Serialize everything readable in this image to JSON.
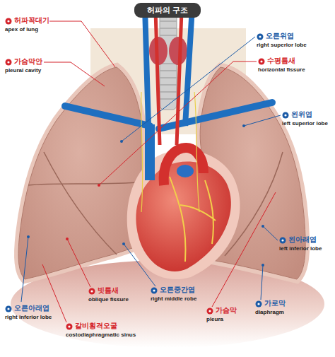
{
  "diagram": {
    "title": "허파의 구조",
    "labels": [
      "허파꼭대기",
      "apex of lung",
      "가슴막안",
      "pleural cavity",
      "오른위엽",
      "right superior lobe",
      "수평틈새",
      "horizontal fissure",
      "왼위엽",
      "left superior lobe",
      "왼아래엽",
      "left inferior lobe",
      "오른아래엽",
      "right inferior lobe",
      "빗틈새",
      "oblique fissure",
      "갈비횡격오굴",
      "costodiaphragmatic sinus",
      "오른중간엽",
      "right middle robe",
      "가슴막",
      "pleura",
      "가로막",
      "diaphragm"
    ]
  }
}
